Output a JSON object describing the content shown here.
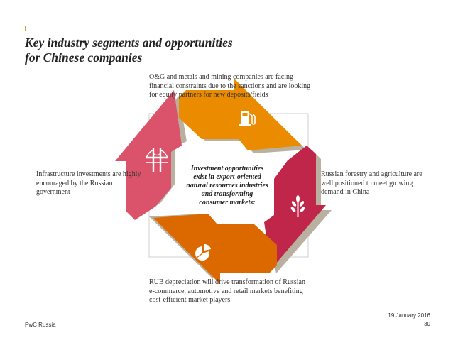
{
  "slide": {
    "title_line1": "Key industry segments and opportunities",
    "title_line2": "for Chinese companies"
  },
  "diagram": {
    "center_line1": "Investment opportunities",
    "center_line2": "exist in export-oriented",
    "center_line3": "natural resources industries",
    "center_line4": "and transforming",
    "center_line5": "consumer markets:",
    "callouts": {
      "top": "O&G and metals and mining companies are facing financial constraints due to the sanctions and are looking for equity partners for new deposits/fields",
      "left": "Infrastructure investments are highly encouraged by the Russian government",
      "right": "Russian forestry and agriculture are well positioned to meet growing demand in China",
      "bottom": "RUB depreciation will drive transformation of Russian e-commerce, automotive and retail markets benefiting cost-efficient market players"
    },
    "arrows": {
      "top": {
        "color": "#eb8c00",
        "icon": "fuel-pump-icon"
      },
      "right": {
        "color": "#c0254a",
        "icon": "wheat-icon"
      },
      "bottom": {
        "color": "#dc6900",
        "icon": "pie-chart-icon"
      },
      "left": {
        "color": "#db536a",
        "icon": "bridge-icon"
      }
    },
    "shadow_color": "#b9b0a0"
  },
  "footer": {
    "company": "PwC Russia",
    "date": "19 January 2016",
    "page": "30"
  }
}
